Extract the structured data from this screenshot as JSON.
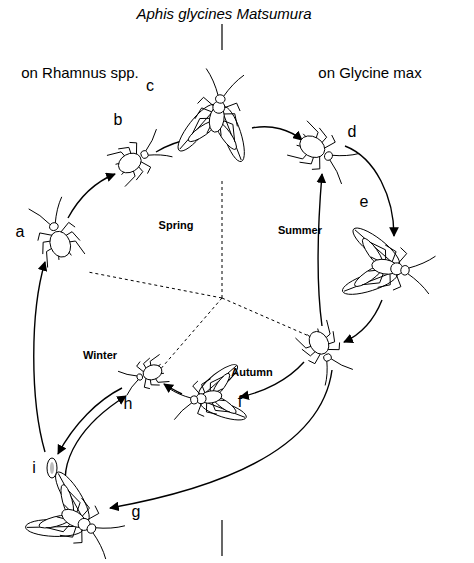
{
  "diagram": {
    "title": "Aphis glycines Matsumura",
    "labels": [
      "on Rhamnus spp.",
      "on Glycine max",
      "c",
      "b",
      "d",
      "a",
      "Spring",
      "Summer",
      "e",
      "Winter",
      "Autumn",
      "i",
      "h",
      "f",
      "g"
    ]
  }
}
